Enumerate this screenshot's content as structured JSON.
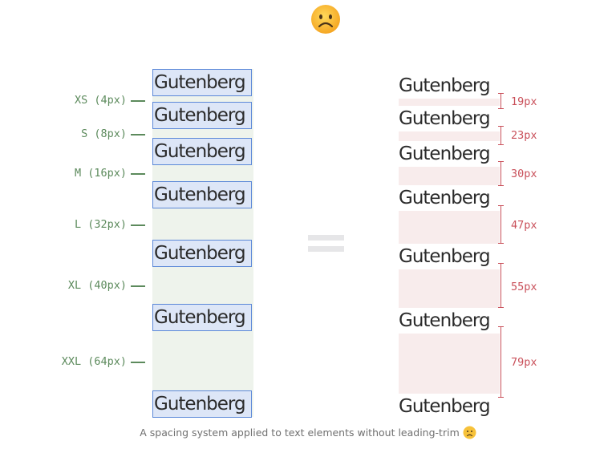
{
  "word": "Gutenberg",
  "spacing_labels": [
    "XS (4px)",
    "S (8px)",
    "M (16px)",
    "L (32px)",
    "XL (40px)",
    "XXL (64px)"
  ],
  "measured_gaps": [
    "19px",
    "23px",
    "30px",
    "47px",
    "55px",
    "79px"
  ],
  "caption": "A spacing system applied to text elements without leading-trim",
  "icons": {
    "top": "frowning-face-emoji",
    "caption": "slightly-frowning-face-emoji"
  },
  "colors": {
    "box_fill": "#dde6f7",
    "box_border": "#5b88d8",
    "left_bg": "#eef3ec",
    "left_label": "#5c8a5c",
    "right_bg": "#f8ecec",
    "measure": "#c9505a",
    "equals": "#e6e6e8"
  }
}
